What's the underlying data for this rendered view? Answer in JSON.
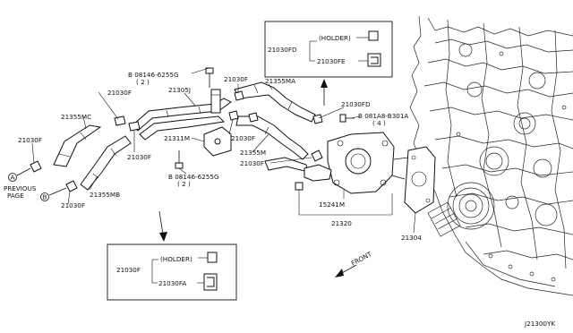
{
  "diagram_id": "J21300YK",
  "labels": {
    "top_holder_part": "21030FD",
    "top_holder_word": "(HOLDER)",
    "top_clip_part": "21030FE",
    "bottom_holder_part": "21030F",
    "bottom_holder_word": "(HOLDER)",
    "bottom_clip_part": "21030FA",
    "bolt_top": "B 08146-6255G",
    "bolt_top_qty": "( 2 )",
    "bolt_bottom": "B 08146-6255G",
    "bolt_bottom_qty": "( 2 )",
    "bolt_right": "B 081A8-B301A",
    "bolt_right_qty": "( 4 )",
    "p21305J": "21305J",
    "p21355MA": "21355MA",
    "p21355MC": "21355MC",
    "p21355MB": "21355MB",
    "p21355M": "21355M",
    "p21311M": "21311M",
    "p21030FD": "21030FD",
    "p21030F_a": "21030F",
    "p21030F_b": "21030F",
    "p21030F_c": "21030F",
    "p21030F_d": "21030F",
    "p21030F_e": "21030F",
    "p21030F_f": "21030F",
    "p21030F_g": "21030F",
    "p15241M": "15241M",
    "p21320": "21320",
    "p21304": "21304",
    "previous_line1": "PREVIOUS",
    "previous_line2": "PAGE",
    "marker_a": "A",
    "marker_b": "B",
    "front": "FRONT"
  }
}
